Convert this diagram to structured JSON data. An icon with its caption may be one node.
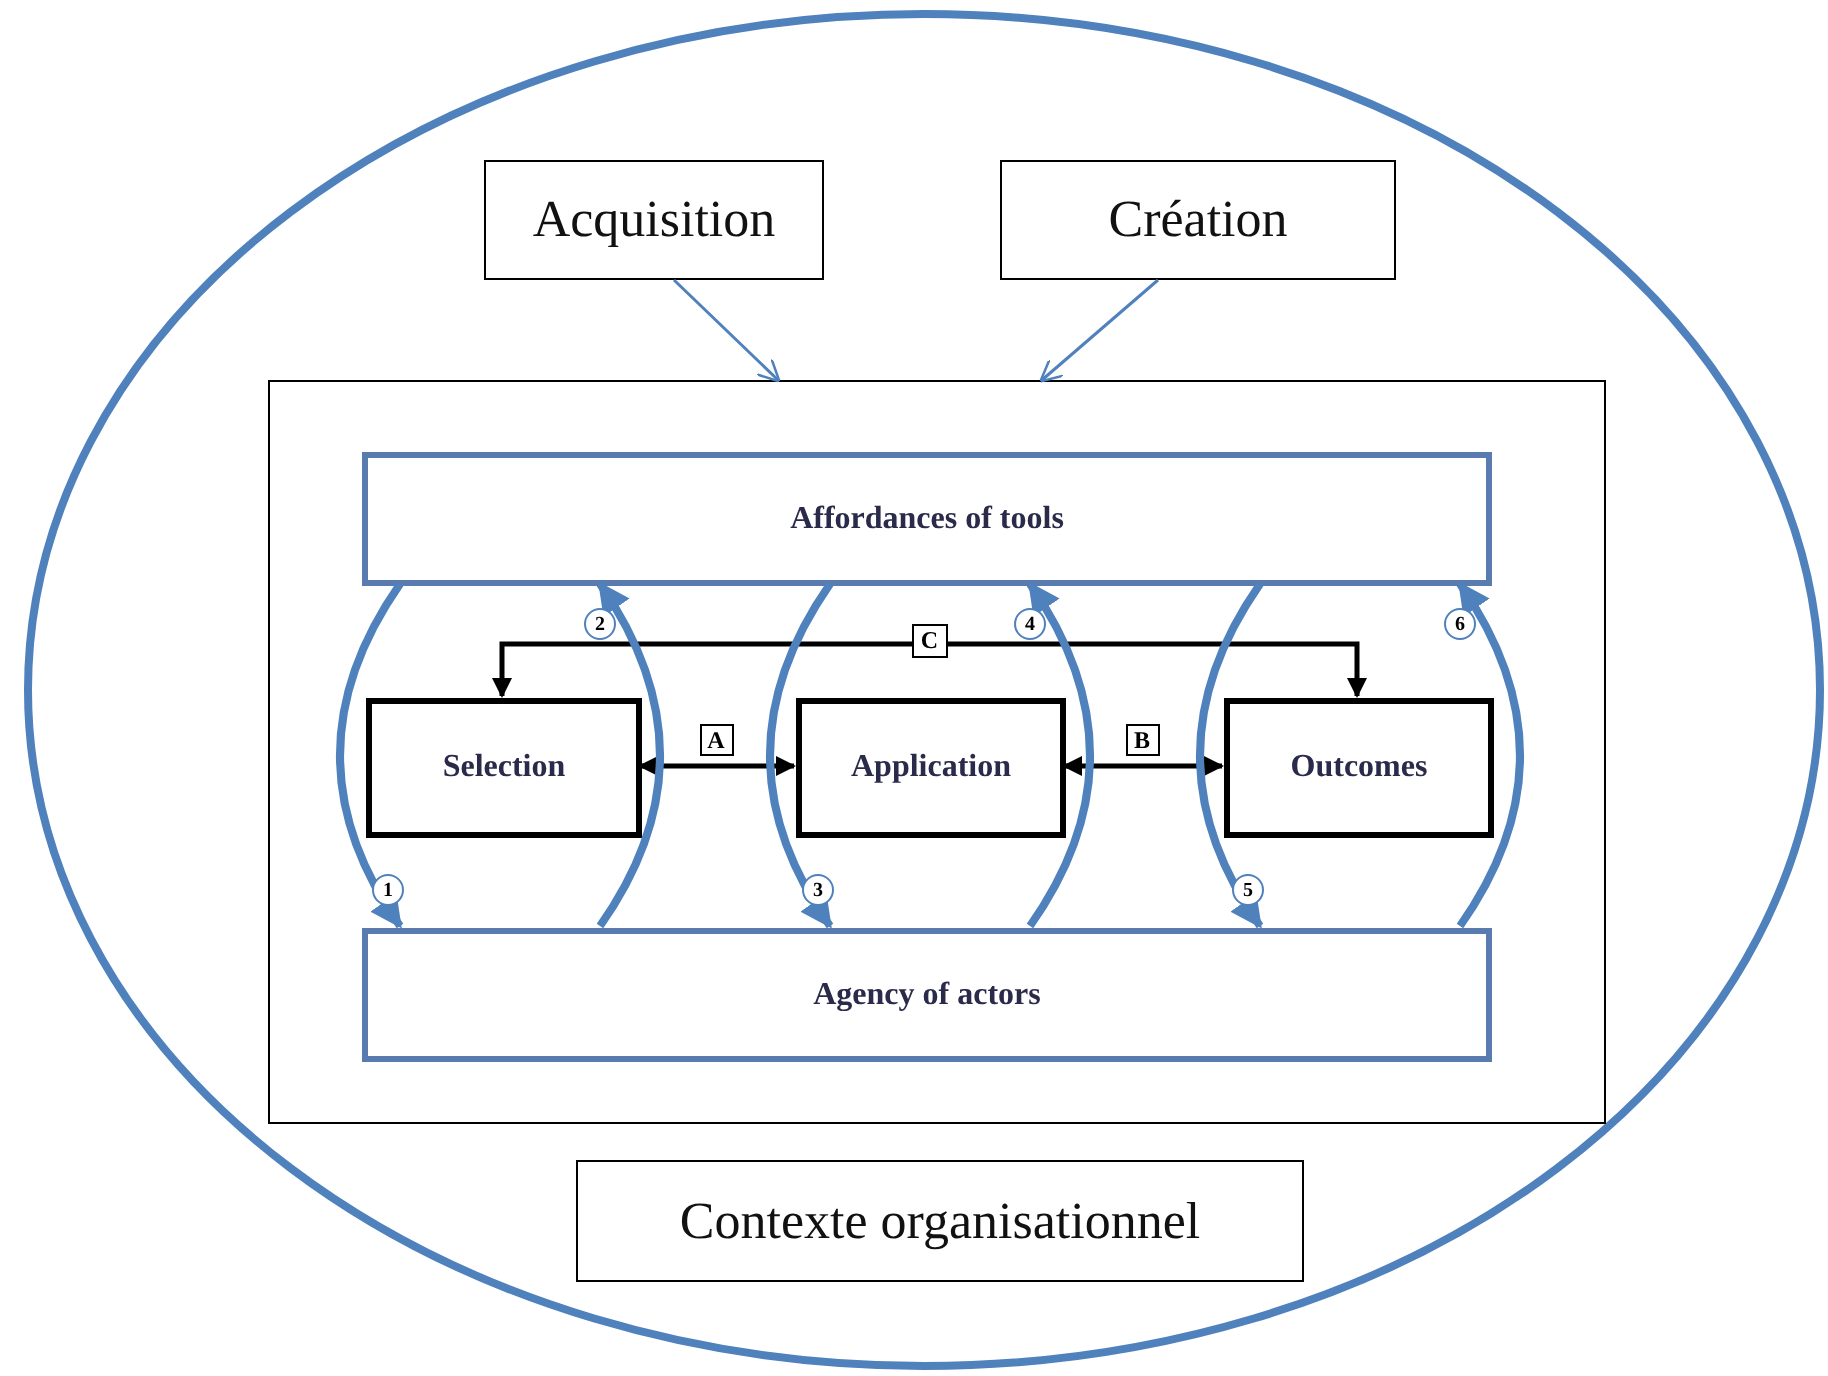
{
  "diagram": {
    "nodes": [
      {
        "text": [],
        "shape": "ellipse"
      },
      {
        "text": [
          "Acquisition"
        ],
        "in": 0
      },
      {
        "text": [
          "Création"
        ],
        "in": 0
      },
      {
        "text": [],
        "shape": "box",
        "in": 0
      },
      {
        "text": [
          "Affordances of tools"
        ],
        "in": 3
      },
      {
        "text": [
          "Selection"
        ],
        "in": 3
      },
      {
        "text": [
          "Application"
        ],
        "in": 3
      },
      {
        "text": [
          "Outcomes"
        ],
        "in": 3
      },
      {
        "text": [
          "Agency of actors"
        ],
        "in": 3
      },
      {
        "text": [
          "Contexte organisationnel"
        ],
        "in": 0
      }
    ],
    "edges": [
      {
        "from": 1,
        "to": 3,
        "arrow": "to"
      },
      {
        "from": 2,
        "to": 3,
        "arrow": "to"
      },
      {
        "from": 5,
        "to": 7,
        "arrow": "both",
        "label": "C",
        "color": "#000000"
      },
      {
        "from": 5,
        "to": 6,
        "arrow": "both",
        "label": "A",
        "color": "#000000"
      },
      {
        "from": 6,
        "to": 7,
        "arrow": "both",
        "label": "B",
        "color": "#000000"
      },
      {
        "from": 4,
        "to": 8,
        "arrow": "to",
        "label": "1"
      },
      {
        "from": 8,
        "to": 4,
        "arrow": "to",
        "label": "2"
      },
      {
        "from": 4,
        "to": 8,
        "arrow": "to",
        "label": "3"
      },
      {
        "from": 8,
        "to": 4,
        "arrow": "to",
        "label": "4"
      },
      {
        "from": 4,
        "to": 8,
        "arrow": "to",
        "label": "5"
      },
      {
        "from": 8,
        "to": 4,
        "arrow": "to",
        "label": "6"
      }
    ]
  }
}
